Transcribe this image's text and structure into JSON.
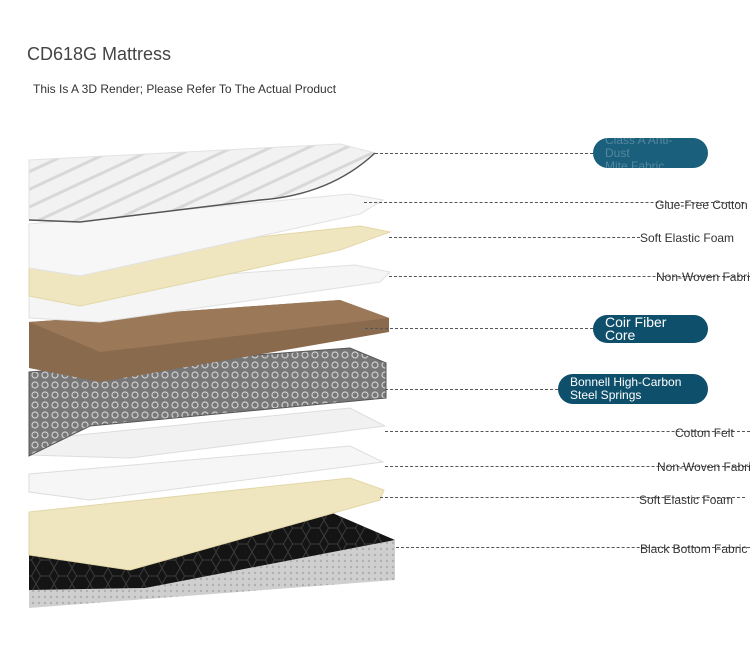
{
  "page": {
    "title": "CD618G Mattress",
    "subtitle": "This Is A 3D Render; Please Refer To The Actual Product"
  },
  "layers": [
    {
      "id": "fabric",
      "label_lines": [
        "Class A Anti-Dust",
        "Mite Fabric"
      ],
      "style": "pill-faded"
    },
    {
      "id": "glue-free-cotton",
      "label": "Glue-Free Cotton",
      "style": "text"
    },
    {
      "id": "soft-foam-top",
      "label": "Soft Elastic Foam",
      "style": "text"
    },
    {
      "id": "non-woven-top",
      "label": "Non-Woven Fabric",
      "style": "text"
    },
    {
      "id": "coir",
      "label": "Coir Fiber Core",
      "style": "pill"
    },
    {
      "id": "springs",
      "label_lines": [
        "Bonnell High-Carbon",
        "Steel Springs"
      ],
      "style": "pill"
    },
    {
      "id": "cotton-felt",
      "label": "Cotton Felt",
      "style": "text"
    },
    {
      "id": "non-woven-bottom",
      "label": "Non-Woven Fabric",
      "style": "text"
    },
    {
      "id": "soft-foam-bottom",
      "label": "Soft Elastic Foam",
      "style": "text"
    },
    {
      "id": "bottom-fabric",
      "label": "Black Bottom Fabric",
      "style": "text"
    }
  ],
  "colors": {
    "pill": "#0e4f6b",
    "coir": "#8a6a4c",
    "foam": "#efe6bf",
    "white_layer": "#f4f4f4",
    "bottom": "#151515"
  }
}
